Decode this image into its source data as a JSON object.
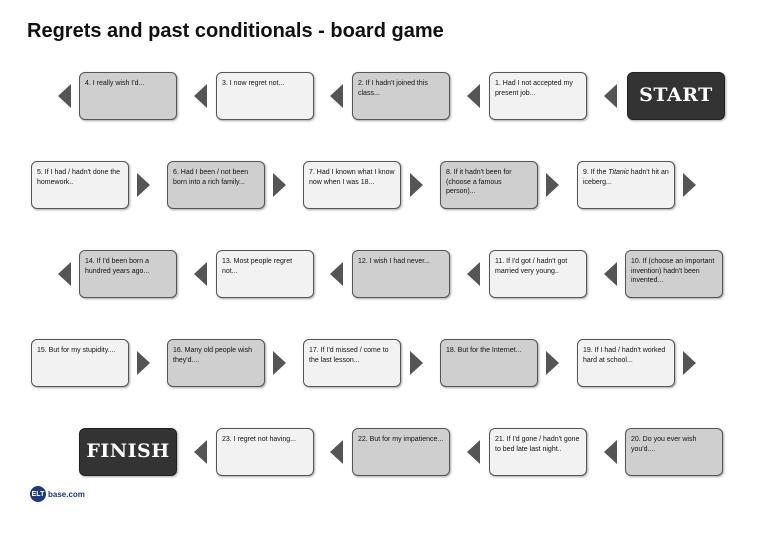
{
  "title": "Regrets and past conditionals - board game",
  "start_label": "START",
  "finish_label": "FINISH",
  "logo": {
    "mark": "ELT",
    "text": "base.com"
  },
  "squares": [
    {
      "num": "1",
      "text": "1. Had I not accepted my present job..."
    },
    {
      "num": "2",
      "text": "2. If I hadn't joined this class..."
    },
    {
      "num": "3",
      "text": "3. I now regret not..."
    },
    {
      "num": "4",
      "text": "4. I really wish I'd..."
    },
    {
      "num": "5",
      "text": "5. If I had / hadn't done the homework.."
    },
    {
      "num": "6",
      "text": "6. Had I been / not been born into a rich family..."
    },
    {
      "num": "7",
      "text": "7. Had I known what I know now when I was 18..."
    },
    {
      "num": "8",
      "text": "8. If it hadn't been for (choose a famous person)..."
    },
    {
      "num": "9",
      "text_before": "9. If the ",
      "text_italic": "Titanic",
      "text_after": " hadn't hit an iceberg..."
    },
    {
      "num": "10",
      "text": "10. If (choose an important invention) hadn't been invented..."
    },
    {
      "num": "11",
      "text": "11. If I'd got / hadn't got married very young.."
    },
    {
      "num": "12",
      "text": "12. I wish I had never..."
    },
    {
      "num": "13",
      "text": "13. Most people regret not..."
    },
    {
      "num": "14",
      "text": "14. If I'd been born a hundred years ago..."
    },
    {
      "num": "15",
      "text": "15. But for my stupidity...."
    },
    {
      "num": "16",
      "text": "16. Many old people wish they'd...."
    },
    {
      "num": "17",
      "text": "17. If I'd missed / come to the last lesson..."
    },
    {
      "num": "18",
      "text": "18. But for the Internet..."
    },
    {
      "num": "19",
      "text": "19. If I had / hadn't worked hard at school..."
    },
    {
      "num": "20",
      "text": "20. Do you ever wish you'd...."
    },
    {
      "num": "21",
      "text": "21. If I'd gone / hadn't gone to bed late last night.."
    },
    {
      "num": "22",
      "text": "22. But for my impatience..."
    },
    {
      "num": "23",
      "text": "23. I regret not having..."
    }
  ]
}
